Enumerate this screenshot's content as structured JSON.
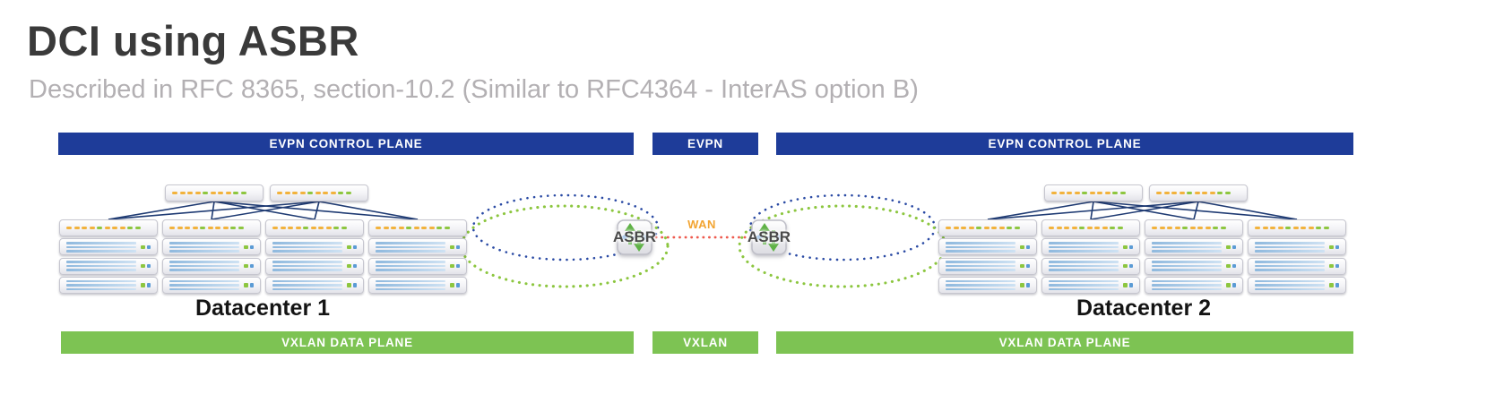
{
  "title": "DCI using ASBR",
  "subtitle": "Described in RFC 8365, section-10.2 (Similar to RFC4364 - InterAS option B)",
  "bars": {
    "top_left": "EVPN CONTROL PLANE",
    "top_center": "EVPN",
    "top_right": "EVPN CONTROL PLANE",
    "bottom_left": "VXLAN DATA PLANE",
    "bottom_center": "VXLAN",
    "bottom_right": "VXLAN DATA PLANE"
  },
  "datacenters": [
    {
      "label": "Datacenter 1",
      "spines": 2,
      "leaf_columns": 4,
      "devices_per_column": 4
    },
    {
      "label": "Datacenter 2",
      "spines": 2,
      "leaf_columns": 4,
      "devices_per_column": 4
    }
  ],
  "asbr_nodes": [
    {
      "label": "ASBR"
    },
    {
      "label": "ASBR"
    }
  ],
  "wan": {
    "label": "WAN"
  },
  "colors": {
    "blue_bar": "#1e3c99",
    "green_bar": "#7dc353",
    "title": "#3a3a3a",
    "subtitle": "#b3b0b3",
    "dc_label": "#141414",
    "mesh_line": "#1f3b73",
    "evpn_dots": "#2a4aa4",
    "vxlan_dots": "#8cc63f",
    "wan_dots": "#ee5a4e",
    "wan_label": "#f2a431"
  }
}
